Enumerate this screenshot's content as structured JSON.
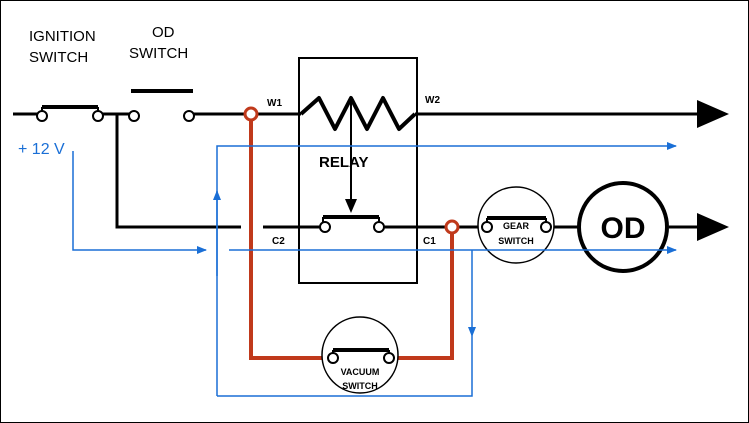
{
  "labels": {
    "ignition_switch_line1": "IGNITION",
    "ignition_switch_line2": "SWITCH",
    "od_switch_line1": "OD",
    "od_switch_line2": "SWITCH",
    "w1": "W1",
    "w2": "W2",
    "relay": "RELAY",
    "c1": "C1",
    "c2": "C2",
    "plus_12v": "+ 12 V",
    "gear_switch_line1": "GEAR",
    "gear_switch_line2": "SWITCH",
    "vacuum_switch_line1": "VACUUM",
    "vacuum_switch_line2": "SWITCH",
    "od": "OD"
  },
  "colors": {
    "wire": "#000000",
    "vacuum_loop": "#c0391b",
    "current_flow": "#1a6fd6"
  }
}
